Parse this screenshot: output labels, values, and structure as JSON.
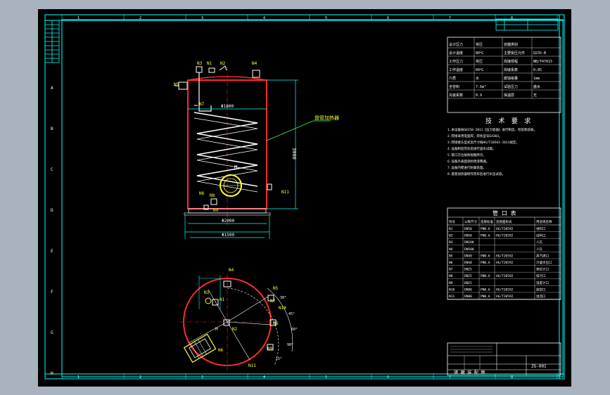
{
  "sheet": {
    "row_labels_left": [
      "A",
      "B",
      "C",
      "D",
      "E",
      "F",
      "G",
      "H"
    ],
    "col_labels_top": [
      "1",
      "2",
      "3",
      "4",
      "5",
      "6",
      "7",
      "8"
    ],
    "col_labels_bottom": [
      "1",
      "2",
      "3",
      "4",
      "5",
      "6",
      "7",
      "8"
    ]
  },
  "elevation": {
    "callouts": [
      "N3",
      "N1",
      "N2",
      "N4",
      "N5",
      "N7",
      "N6",
      "N8",
      "N9",
      "N11"
    ],
    "dims": {
      "overall_w": "Φ1800",
      "inner_w": "Φ2000",
      "base_w": "Φ1500",
      "height": "3000"
    },
    "coil_label": "盘管加热器",
    "mh_label": "M"
  },
  "plan": {
    "callouts": [
      "N1",
      "N3",
      "N4",
      "N5",
      "N7",
      "N8",
      "N9",
      "N10",
      "N11",
      "N6",
      "N2",
      "M"
    ],
    "angles": [
      "30°",
      "45°",
      "60°",
      "90°",
      "15°"
    ]
  },
  "tech_requirements": {
    "title": "技 术 要 求",
    "lines": [
      "1.本设备按GB150-2011《压力容器》进行制造、检验和验收。",
      "2.焊接采用电弧焊，焊条型号E4303。",
      "3.焊接接头型式及尺寸按HG/T20583-2011规定。",
      "4.设备制造完毕后进行盛水试漏。",
      "5.管口方位按俯视图所示。",
      "6.设备外表面涂防锈漆两遍。",
      "7.设备内壁进行防腐处理。",
      "8.盘管加热器制作完毕后进行水压试验。"
    ]
  },
  "nozzle_table": {
    "title": "管 口 表",
    "headers": [
      "符号",
      "公称尺寸",
      "连接标准",
      "连接面形式",
      "用途或名称"
    ],
    "rows": [
      [
        "N1",
        "DN50",
        "PN0.6",
        "HG/T20592",
        "进料口"
      ],
      [
        "N2",
        "DN50",
        "PN0.6",
        "HG/T20592",
        "出料口"
      ],
      [
        "N3",
        "DN100",
        "",
        "",
        "人孔"
      ],
      [
        "N4",
        "DN500",
        "",
        "",
        "人孔"
      ],
      [
        "N5",
        "DN40",
        "PN0.6",
        "HG/T20592",
        "蒸汽进口"
      ],
      [
        "N6",
        "DN40",
        "PN0.6",
        "HG/T20592",
        "冷凝水出口"
      ],
      [
        "N7",
        "DN25",
        "",
        "",
        "液位计口"
      ],
      [
        "N8",
        "DN25",
        "PN0.6",
        "HG/T20592",
        "排污口"
      ],
      [
        "N9",
        "DN25",
        "",
        "",
        "温度计口"
      ],
      [
        "N10",
        "DN80",
        "PN0.6",
        "HG/T20592",
        "放空口"
      ],
      [
        "N11",
        "DN80",
        "PN0.6",
        "HG/T20592",
        "溢流口"
      ]
    ]
  },
  "design_table": {
    "rows": [
      [
        "设计压力",
        "常压",
        "容器类别",
        ""
      ],
      [
        "设计温度",
        "80℃",
        "主要受压元件",
        "Q235-B"
      ],
      [
        "工作压力",
        "常压",
        "焊接规程",
        "NB/T47015"
      ],
      [
        "工作温度",
        "60℃",
        "焊缝系数",
        "0.85"
      ],
      [
        "介质",
        "水",
        "腐蚀裕量",
        "1mm"
      ],
      [
        "全容积",
        "7.6m³",
        "试验压力",
        "盛水"
      ],
      [
        "充装系数",
        "0.9",
        "保温层",
        "无"
      ]
    ]
  },
  "title_block": {
    "text": "储 罐 装 配 图",
    "drawing_no": "ZG-001"
  },
  "colors": {
    "frame_bg": "#000000",
    "border": "#00ffff",
    "vessel": "#ff2a2a",
    "coil": "#ffffff",
    "dims": "#00ffff",
    "leader": "#33ff66",
    "highlight": "#ffff33"
  }
}
